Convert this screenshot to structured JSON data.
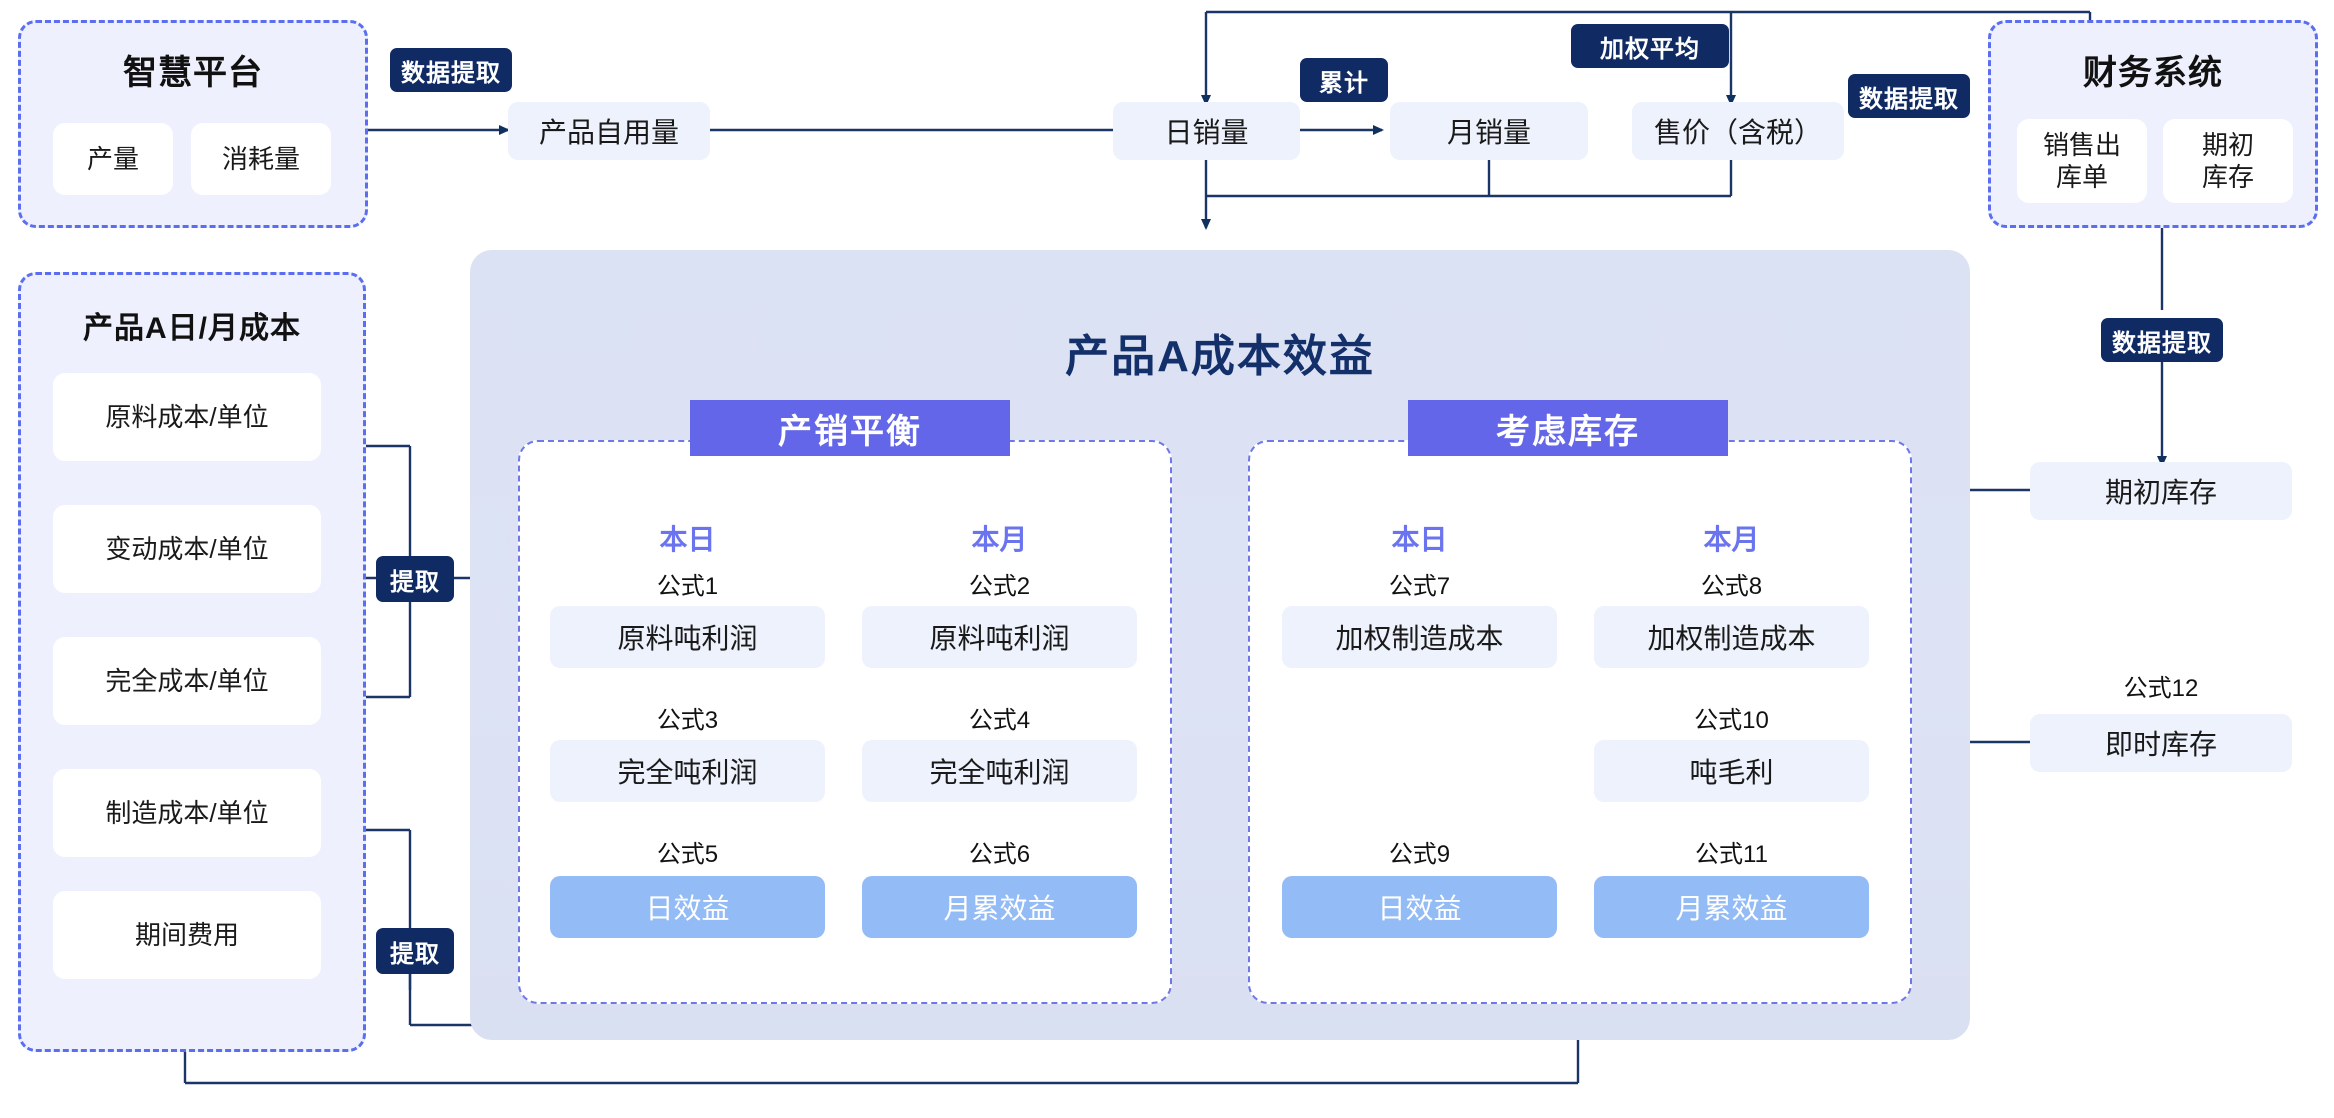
{
  "groups": {
    "smart_platform": {
      "title": "智慧平台",
      "chips": [
        "产量",
        "消耗量"
      ]
    },
    "finance_system": {
      "title": "财务系统",
      "chips": [
        "销售出\n库单",
        "期初\n库存"
      ]
    },
    "product_cost": {
      "title": "产品A日/月成本",
      "chips": [
        "原料成本/单位",
        "变动成本/单位",
        "完全成本/单位",
        "制造成本/单位",
        "期间费用"
      ]
    }
  },
  "tags": {
    "data_extract_1": "数据提取",
    "data_extract_2": "数据提取",
    "data_extract_3": "数据提取",
    "cumulative": "累计",
    "weighted_average": "加权平均",
    "extract_1": "提取",
    "extract_2": "提取"
  },
  "flow_nodes": {
    "self_use": "产品自用量",
    "daily_sales": "日销量",
    "monthly_sales": "月销量",
    "price_with_tax": "售价（含税）",
    "opening_inventory": "期初库存",
    "realtime_inventory": "即时库存",
    "formula12": "公式12"
  },
  "main_panel": {
    "title": "产品A成本效益",
    "cards": [
      {
        "head": "产销平衡",
        "columns": [
          {
            "period": "本日",
            "rows": [
              {
                "formula": "公式1",
                "label": "原料吨利润",
                "kind": "metric"
              },
              {
                "formula": "公式3",
                "label": "完全吨利润",
                "kind": "metric"
              },
              {
                "formula": "公式5",
                "label": "日效益",
                "kind": "benefit"
              }
            ]
          },
          {
            "period": "本月",
            "rows": [
              {
                "formula": "公式2",
                "label": "原料吨利润",
                "kind": "metric"
              },
              {
                "formula": "公式4",
                "label": "完全吨利润",
                "kind": "metric"
              },
              {
                "formula": "公式6",
                "label": "月累效益",
                "kind": "benefit"
              }
            ]
          }
        ]
      },
      {
        "head": "考虑库存",
        "columns": [
          {
            "period": "本日",
            "rows": [
              {
                "formula": "公式7",
                "label": "加权制造成本",
                "kind": "metric"
              },
              {
                "formula": "",
                "label": "",
                "kind": "empty"
              },
              {
                "formula": "公式9",
                "label": "日效益",
                "kind": "benefit"
              }
            ]
          },
          {
            "period": "本月",
            "rows": [
              {
                "formula": "公式8",
                "label": "加权制造成本",
                "kind": "metric"
              },
              {
                "formula": "公式10",
                "label": "吨毛利",
                "kind": "metric"
              },
              {
                "formula": "公式11",
                "label": "月累效益",
                "kind": "benefit"
              }
            ]
          }
        ]
      }
    ]
  },
  "colors": {
    "navy_tag": "#102a63",
    "purple_header": "#6366e8",
    "dashed_purple": "#5b6ef0",
    "benefit_blue": "#93bbf5",
    "node_pale": "#eef2fc",
    "panel_bg": "#dde3f4",
    "title_navy": "#14306b",
    "line_navy": "#1b3566"
  }
}
